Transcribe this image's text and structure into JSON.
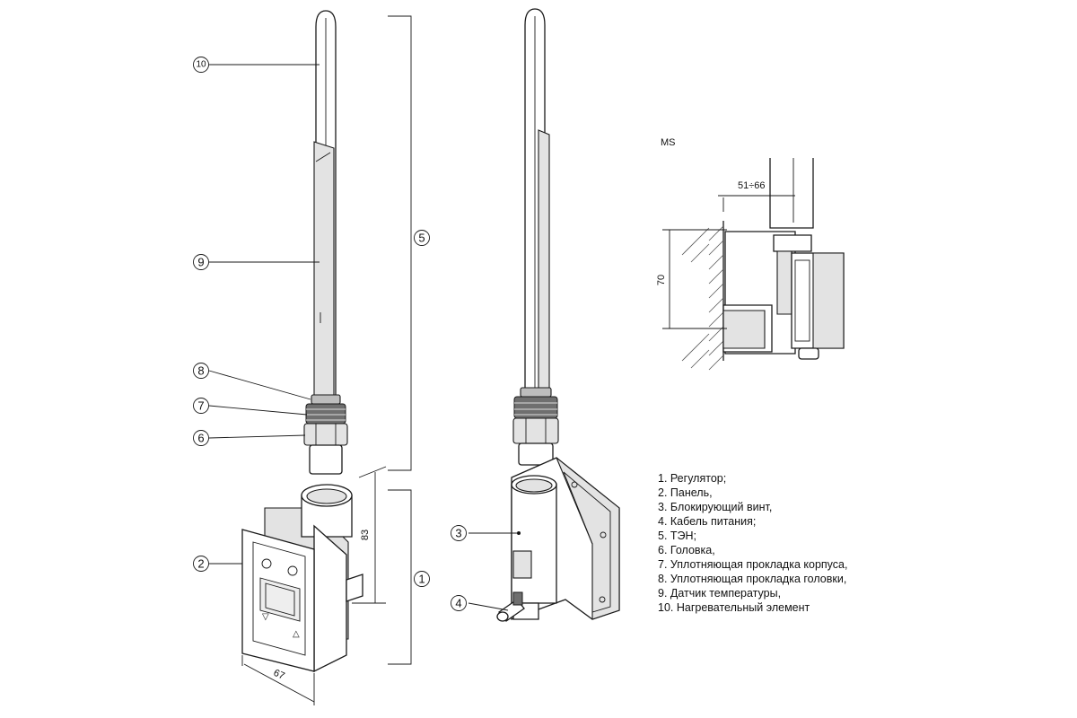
{
  "callouts": {
    "c1": "1",
    "c2": "2",
    "c3": "3",
    "c4": "4",
    "c5": "5",
    "c6": "6",
    "c7": "7",
    "c8": "8",
    "c9": "9",
    "c10": "10"
  },
  "dimensions": {
    "width_front": "67",
    "height_front": "83",
    "ms_offset": "51÷66",
    "ms_height": "70"
  },
  "ms_label": "MS",
  "legend": [
    "1. Регулятор;",
    "2. Панель,",
    "3. Блокирующий винт,",
    "4. Кабель питания;",
    "5. ТЭН;",
    "6. Головка,",
    "7. Уплотняющая прокладка корпуса,",
    "8. Уплотняющая прокладка головки,",
    "9. Датчик температуры,",
    "10. Нагревательный элемент"
  ],
  "panel_symbols": {
    "down_arrow": "▽",
    "up_arrow": "△"
  }
}
